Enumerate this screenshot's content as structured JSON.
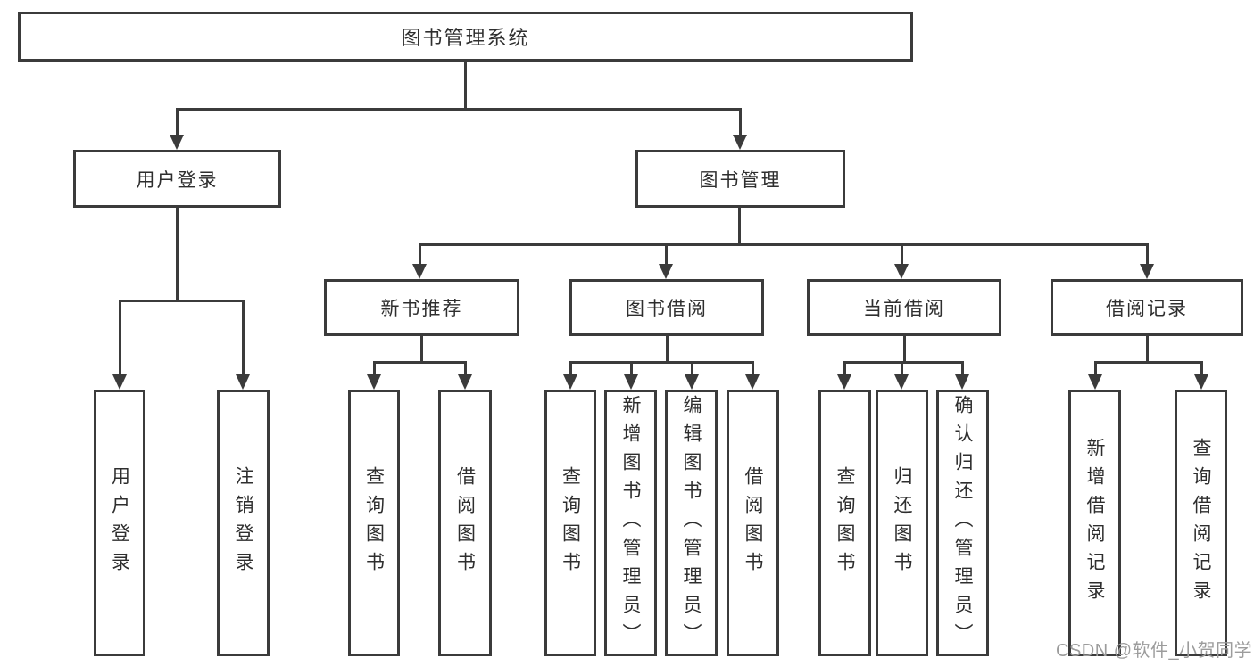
{
  "tree": {
    "root": {
      "label": "图书管理系统"
    },
    "children": [
      {
        "label": "用户登录",
        "children": [
          {
            "label": "用户登录"
          },
          {
            "label": "注销登录"
          }
        ]
      },
      {
        "label": "图书管理",
        "children": [
          {
            "label": "新书推荐",
            "children": [
              {
                "label": "查询图书"
              },
              {
                "label": "借阅图书"
              }
            ]
          },
          {
            "label": "图书借阅",
            "children": [
              {
                "label": "查询图书"
              },
              {
                "label": "新增图书（管理员）"
              },
              {
                "label": "编辑图书（管理员）"
              },
              {
                "label": "借阅图书"
              }
            ]
          },
          {
            "label": "当前借阅",
            "children": [
              {
                "label": "查询图书"
              },
              {
                "label": "归还图书"
              },
              {
                "label": "确认归还（管理员）"
              }
            ]
          },
          {
            "label": "借阅记录",
            "children": [
              {
                "label": "新增借阅记录"
              },
              {
                "label": "查询借阅记录"
              }
            ]
          }
        ]
      }
    ]
  },
  "watermark": {
    "text": "CSDN @软件_小贺同学"
  },
  "colors": {
    "line": "#3b3b3b",
    "text": "#2e2e2e",
    "watermark": "#9c9c9c",
    "background": "#ffffff"
  }
}
